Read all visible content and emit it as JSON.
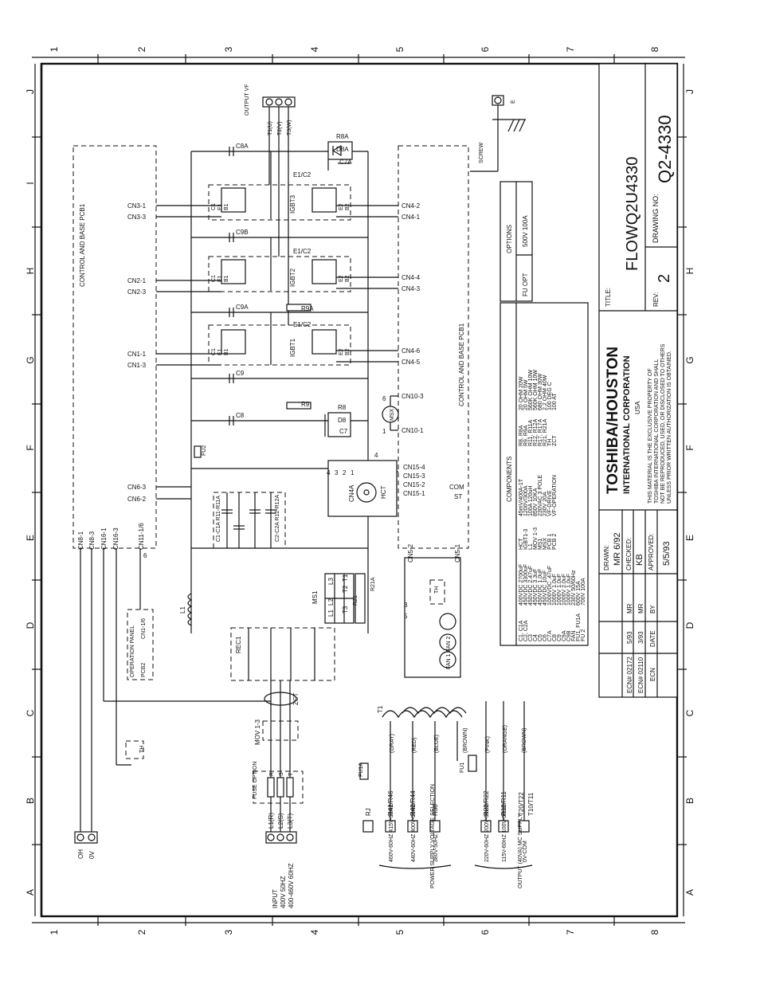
{
  "border": {
    "zone_numbers_top": [
      "1",
      "2",
      "3",
      "4",
      "5",
      "6",
      "7",
      "8"
    ],
    "zone_numbers_bottom": [
      "1",
      "2",
      "3",
      "4",
      "5",
      "6",
      "7",
      "8"
    ],
    "zone_letters_left": [
      "J",
      "I",
      "H",
      "G",
      "F",
      "E",
      "D",
      "C",
      "B",
      "A"
    ],
    "zone_letters_right": [
      "J",
      "H",
      "G",
      "F",
      "E",
      "D",
      "C",
      "B",
      "A"
    ]
  },
  "title_block": {
    "company": "TOSHIBA/HOUSTON",
    "division": "INTERNATIONAL CORPORATION",
    "country": "USA",
    "notice_lines": [
      "THIS MATERIAL IS THE EXCLUSIVE PROPERTY OF",
      "TOSHIBA INTERNATIONAL CORPORATION AND SHALL",
      "NOT BE REPRODUCED, USED, OR DISCLOSED TO OTHERS",
      "UNLESS PRIOR WRITTEN AUTHORIZATION IS OBTAINED."
    ],
    "title_label": "TITLE:",
    "title": "FLOWQ2U4330",
    "rev_label": "REV:",
    "rev": "2",
    "drawing_no_label": "DRAWING NO:",
    "drawing_no": "Q2-4330",
    "drawn_label": "DRAWN:",
    "drawn": "MR 6/92",
    "checked_label": "CHECKED:",
    "checked": "KB",
    "approved_label": "APPROVED:",
    "approved": "5/5/93",
    "ecn_rows": [
      {
        "ecn": "ECN# 02172",
        "date": "5/93",
        "by": "MR"
      },
      {
        "ecn": "ECN# 02110",
        "date": "3/93",
        "by": "MR"
      }
    ],
    "ecn_header": "ECN",
    "date_header": "DATE",
    "by_header": "BY"
  },
  "options": {
    "title": "OPTIONS",
    "row_name": "FU OPT",
    "row_value": "500V 100A"
  },
  "components": {
    "title": "COMPONENTS",
    "col1_names": [
      "C1, C1A",
      "C2, C2A",
      "C3",
      "C4",
      "C5",
      "C6",
      "C7A",
      "C8",
      "C9",
      "C9A",
      "C9B",
      "FAN",
      "FU1, FU1A",
      "FU 2"
    ],
    "col1_values": [
      "400VDC 2700uF",
      "450VDC 3300uF",
      "450VDC 2.47uF",
      "450VDC 3.3uF",
      "450VDC 1.0uF",
      "450VDC 10uF",
      "1000VDC .47uF",
      "1000V 1.0uF",
      "1000V 1.0uF",
      "1000V 2.0uF",
      "1000V 1.0uF",
      "230V 50/60Hz",
      "600V 15A",
      "700V 100A"
    ],
    "col2_names": [
      "HCT",
      "IGBT1-3",
      "L1",
      "MOV 1-3",
      "MS1",
      "MSX",
      "PCB 1",
      "PCB 2"
    ],
    "col2_values": [
      "45mV/400A-1T",
      "1200V/300A",
      "100A 120uH",
      "850V 10KA",
      "230VAC 3 POLE",
      "230V 20A",
      "VF-DRIVE",
      "VF-OPERATION"
    ],
    "col3_names": [
      "R8, R8A",
      "R9, R9A",
      "R11, R11A",
      "R12, R12A",
      "R17, R17A",
      "R21, R21A",
      "TH",
      "ZCT"
    ],
    "col3_values": [
      "20 OHM 20W",
      "20 OHM 5W",
      "560K OHM 10W",
      "560K OHM 10W",
      "680 OHM 30W",
      "2.2 OHM 40W",
      "100 DEG C",
      "100 AT"
    ]
  },
  "schematic": {
    "pcb1_label": "CONTROL AND BASE PCB1",
    "pcb1_label_right": "CONTROL AND BASE PCB1",
    "output_label": "OUTPUT VF",
    "output_terminals": [
      "T1(U)",
      "T2(V)",
      "T3(W)"
    ],
    "ground_terminal": "E",
    "screw_label": "SCREW",
    "left_connectors": [
      "CN3-1",
      "CN3-3",
      "CN2-1",
      "CN2-3",
      "CN1-1",
      "CN1-3",
      "CN6-3",
      "CN6-2"
    ],
    "right_connectors": [
      "CN4-2",
      "CN4-1",
      "CN4-4",
      "CN4-3",
      "CN4-6",
      "CN4-5",
      "CN10-3",
      "CN10-1"
    ],
    "cn15": [
      "CN15-4",
      "CN15-3",
      "CN15-2",
      "CN15-1"
    ],
    "cn8_16": [
      "CN8-1",
      "CN8-3",
      "CN16-1",
      "CN16-3",
      "CN11-1/6"
    ],
    "cn5": [
      "CN5-2",
      "CN5-1"
    ],
    "igbt_labels": [
      "IGBT3",
      "IGBT2",
      "IGBT1"
    ],
    "e1c2": "E1/C2",
    "e2": "E2",
    "b2": "B2",
    "c1": "C1",
    "e1": "E1",
    "b1": "B1",
    "capacitors": [
      "C8A",
      "C9B",
      "C9A",
      "C9",
      "C8",
      "C7A",
      "C7"
    ],
    "resistors": [
      "R8A",
      "R9A",
      "R9",
      "R8"
    ],
    "diodes": [
      "D8A",
      "D8"
    ],
    "cap_bank_left": "C1-C1A R11-R11A",
    "cap_bank_right": "C2-C2A R12-R12A",
    "fu2": "FU2",
    "hct": "HCT",
    "cn4a": "CN4A",
    "cn4a_pins": [
      "4",
      "3",
      "2",
      "1"
    ],
    "msx_pins": [
      "6",
      "1"
    ],
    "msx": "MSX",
    "com": "COM",
    "st": "ST",
    "ms1": "MS1",
    "ms1_terms": [
      "T1",
      "T2",
      "T3"
    ],
    "ms1_lines": [
      "L1",
      "L2",
      "L3"
    ],
    "r21": "R21",
    "r21a": "R21A",
    "th": "TH",
    "fans": [
      "FAN 1",
      "FAN 2"
    ],
    "inductor": "L1",
    "rec1": "REC1",
    "zct": "ZCT",
    "mov": "MOV 1-3",
    "operation_panel": "OPERATION PANEL",
    "pcb2": "PCB2",
    "cn1_6": "CN1-1/6",
    "fuse_option": "FUSE OPTION",
    "fuse_terms": [
      "R",
      "S",
      "T"
    ],
    "th_sensor": "TH",
    "oh_label": "OH",
    "ov_label": "0V",
    "input_terms": [
      "L1(R)",
      "L2(S)",
      "L3(T)"
    ],
    "input_label_lines": [
      "INPUT",
      "400V 50HZ",
      "400-460V 60HZ"
    ],
    "transformer": "T1",
    "taps_colors": [
      "(GRAY)",
      "(RED)",
      "(BLUE)",
      "(BROWN)",
      "(PINK)",
      "(ORANGE)",
      "(BROWN)"
    ],
    "psu_terms": [
      "RJ",
      "R41/R46",
      "R40/R44",
      "R38"
    ],
    "psu_fuse": "FU1A",
    "psu_fuse2": "FU1",
    "out_terms": [
      "R20/R22",
      "R10/R11",
      "T20/T22",
      "T10/T11"
    ],
    "psu_options": [
      "460V-60HZ 415V-50HZ",
      "440V-60HZ 400V-50HZ",
      "380V-50HZ"
    ],
    "psu_caption": "POWER SUPPLY VOLTAGE SELECTION",
    "out_options": [
      "220V-60HZ 200V-50HZ",
      "115V-60HZ 100V-50HZ",
      "0V-COM"
    ],
    "out_caption": "OUTPUT (40VA) MC SUPPLY",
    "six": "6",
    "four": "4",
    "three": "3",
    "five": "5"
  }
}
